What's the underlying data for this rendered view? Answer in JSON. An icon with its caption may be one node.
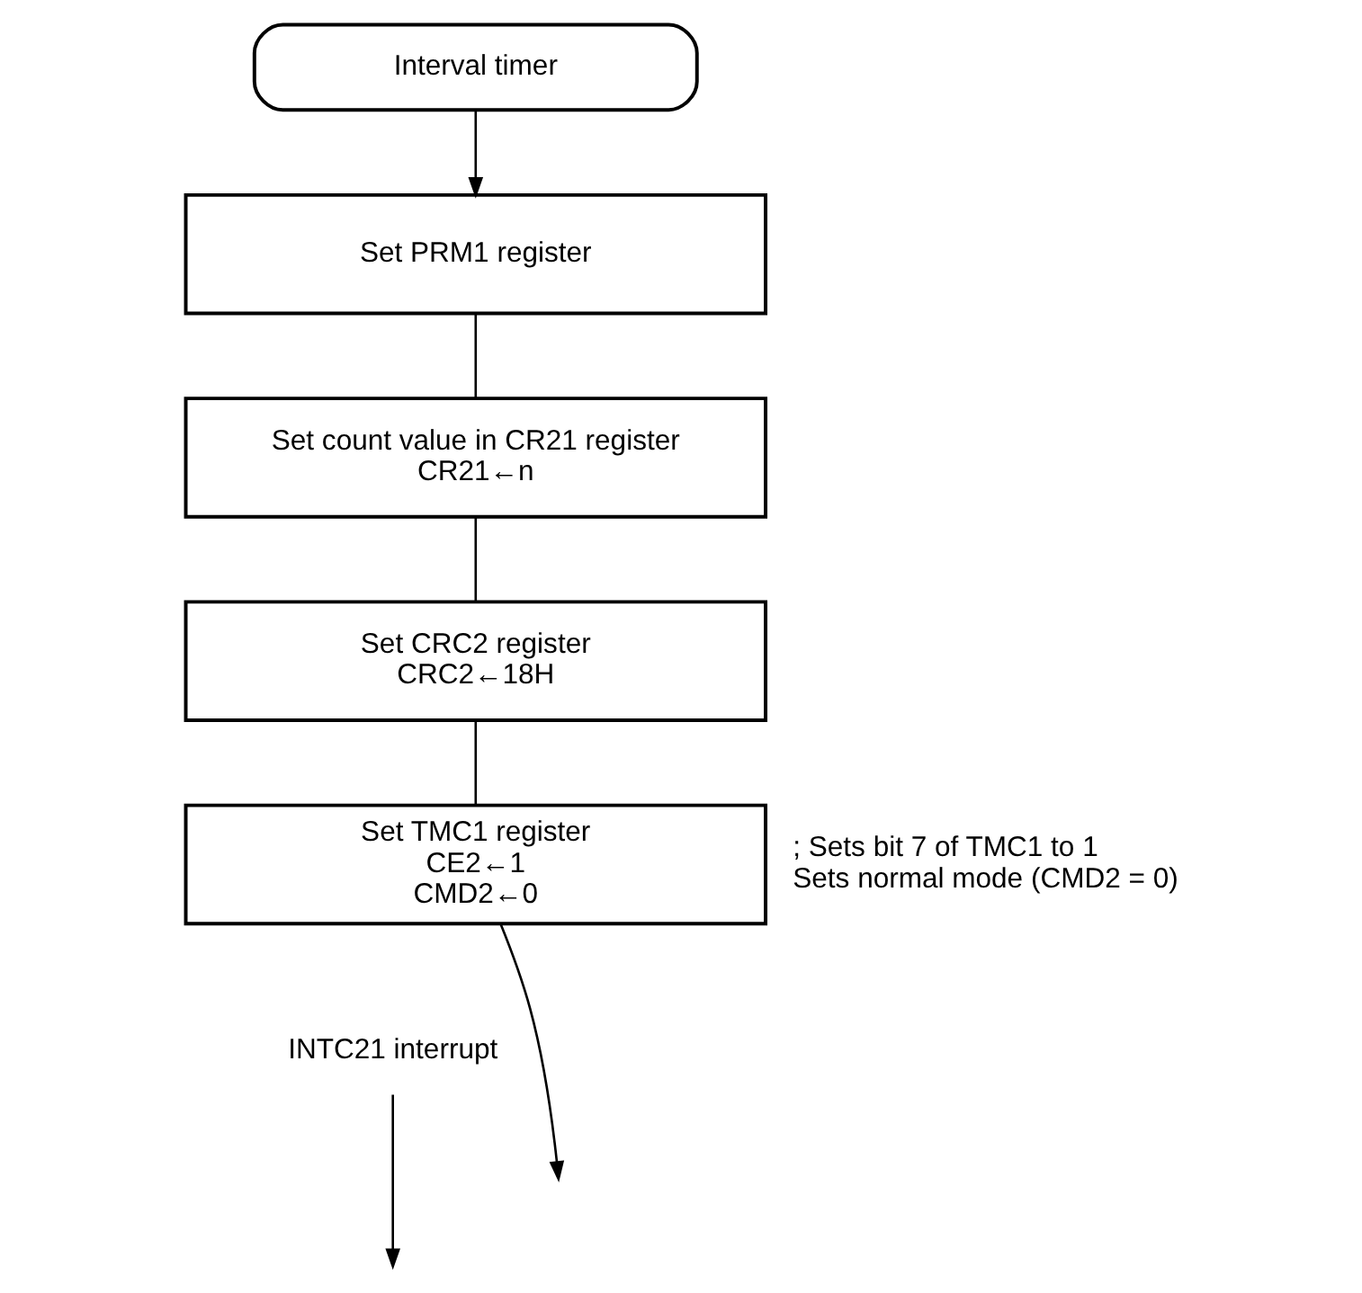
{
  "diagram": {
    "nodes": [
      {
        "text": [
          "Interval timer"
        ]
      },
      {
        "text": [
          "Set PRM1 register"
        ]
      },
      {
        "text": [
          "Set count value in CR21 register",
          "CR21←n"
        ]
      },
      {
        "text": [
          "Set CRC2 register",
          "CRC2←18H"
        ]
      },
      {
        "text": [
          "Set TMC1 register",
          "CE2←1",
          "CMD2←0"
        ],
        "beside": [
          "; Sets bit 7 of TMC1 to 1 Sets normal mode (CMD2 = 0)"
        ]
      },
      {
        "text": [
          "INTC21 interrupt"
        ]
      }
    ],
    "edges": [
      {
        "from": 0,
        "to": 1,
        "arrow": "to"
      },
      {
        "from": 1,
        "to": 2,
        "arrow": "none"
      },
      {
        "from": 2,
        "to": 3,
        "arrow": "none"
      },
      {
        "from": 3,
        "to": 4,
        "arrow": "none"
      },
      {
        "from": 4,
        "to": null,
        "arrow": "to"
      },
      {
        "from": 5,
        "to": null,
        "arrow": "to"
      }
    ]
  }
}
